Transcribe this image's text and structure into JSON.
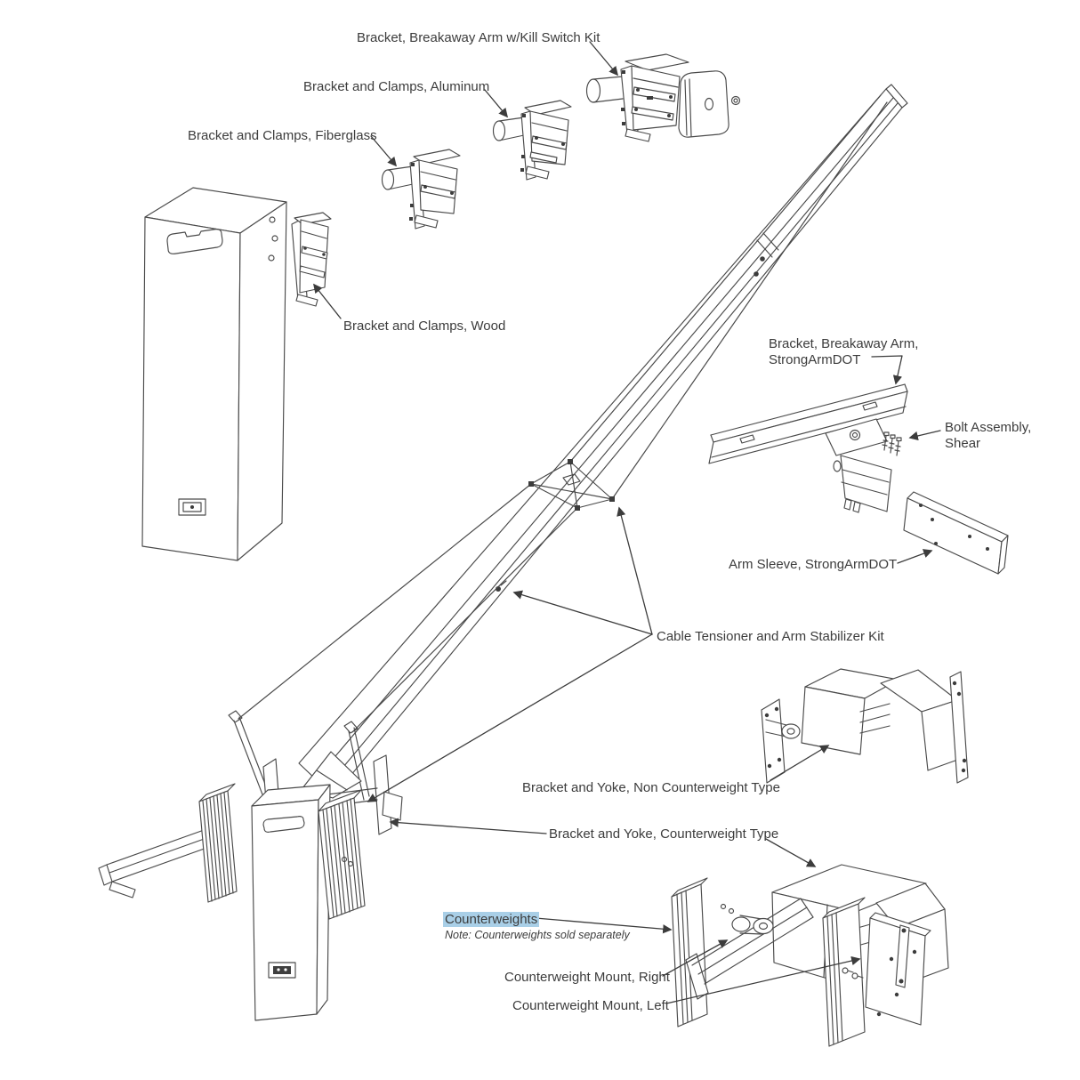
{
  "diagram": {
    "background_color": "#ffffff",
    "line_color": "#4a4a4a",
    "highlight_color": "#a9cfe7",
    "labels": {
      "kill_switch_kit": "Bracket, Breakaway Arm w/Kill Switch Kit",
      "clamps_aluminum": "Bracket and Clamps, Aluminum",
      "clamps_fiberglass": "Bracket and Clamps, Fiberglass",
      "clamps_wood": "Bracket and Clamps, Wood",
      "breakaway_strongarm_line1": "Bracket, Breakaway Arm,",
      "breakaway_strongarm_line2": "StrongArmDOT",
      "bolt_assembly_line1": "Bolt Assembly,",
      "bolt_assembly_line2": "Shear",
      "arm_sleeve": "Arm Sleeve, StrongArmDOT",
      "cable_tensioner": "Cable Tensioner and Arm Stabilizer Kit",
      "yoke_non_counterweight": "Bracket and Yoke, Non Counterweight Type",
      "yoke_counterweight": "Bracket and Yoke, Counterweight Type",
      "counterweights": "Counterweights",
      "counterweights_note": "Note: Counterweights sold separately",
      "counterweight_mount_right": "Counterweight Mount, Right",
      "counterweight_mount_left": "Counterweight Mount, Left"
    }
  }
}
